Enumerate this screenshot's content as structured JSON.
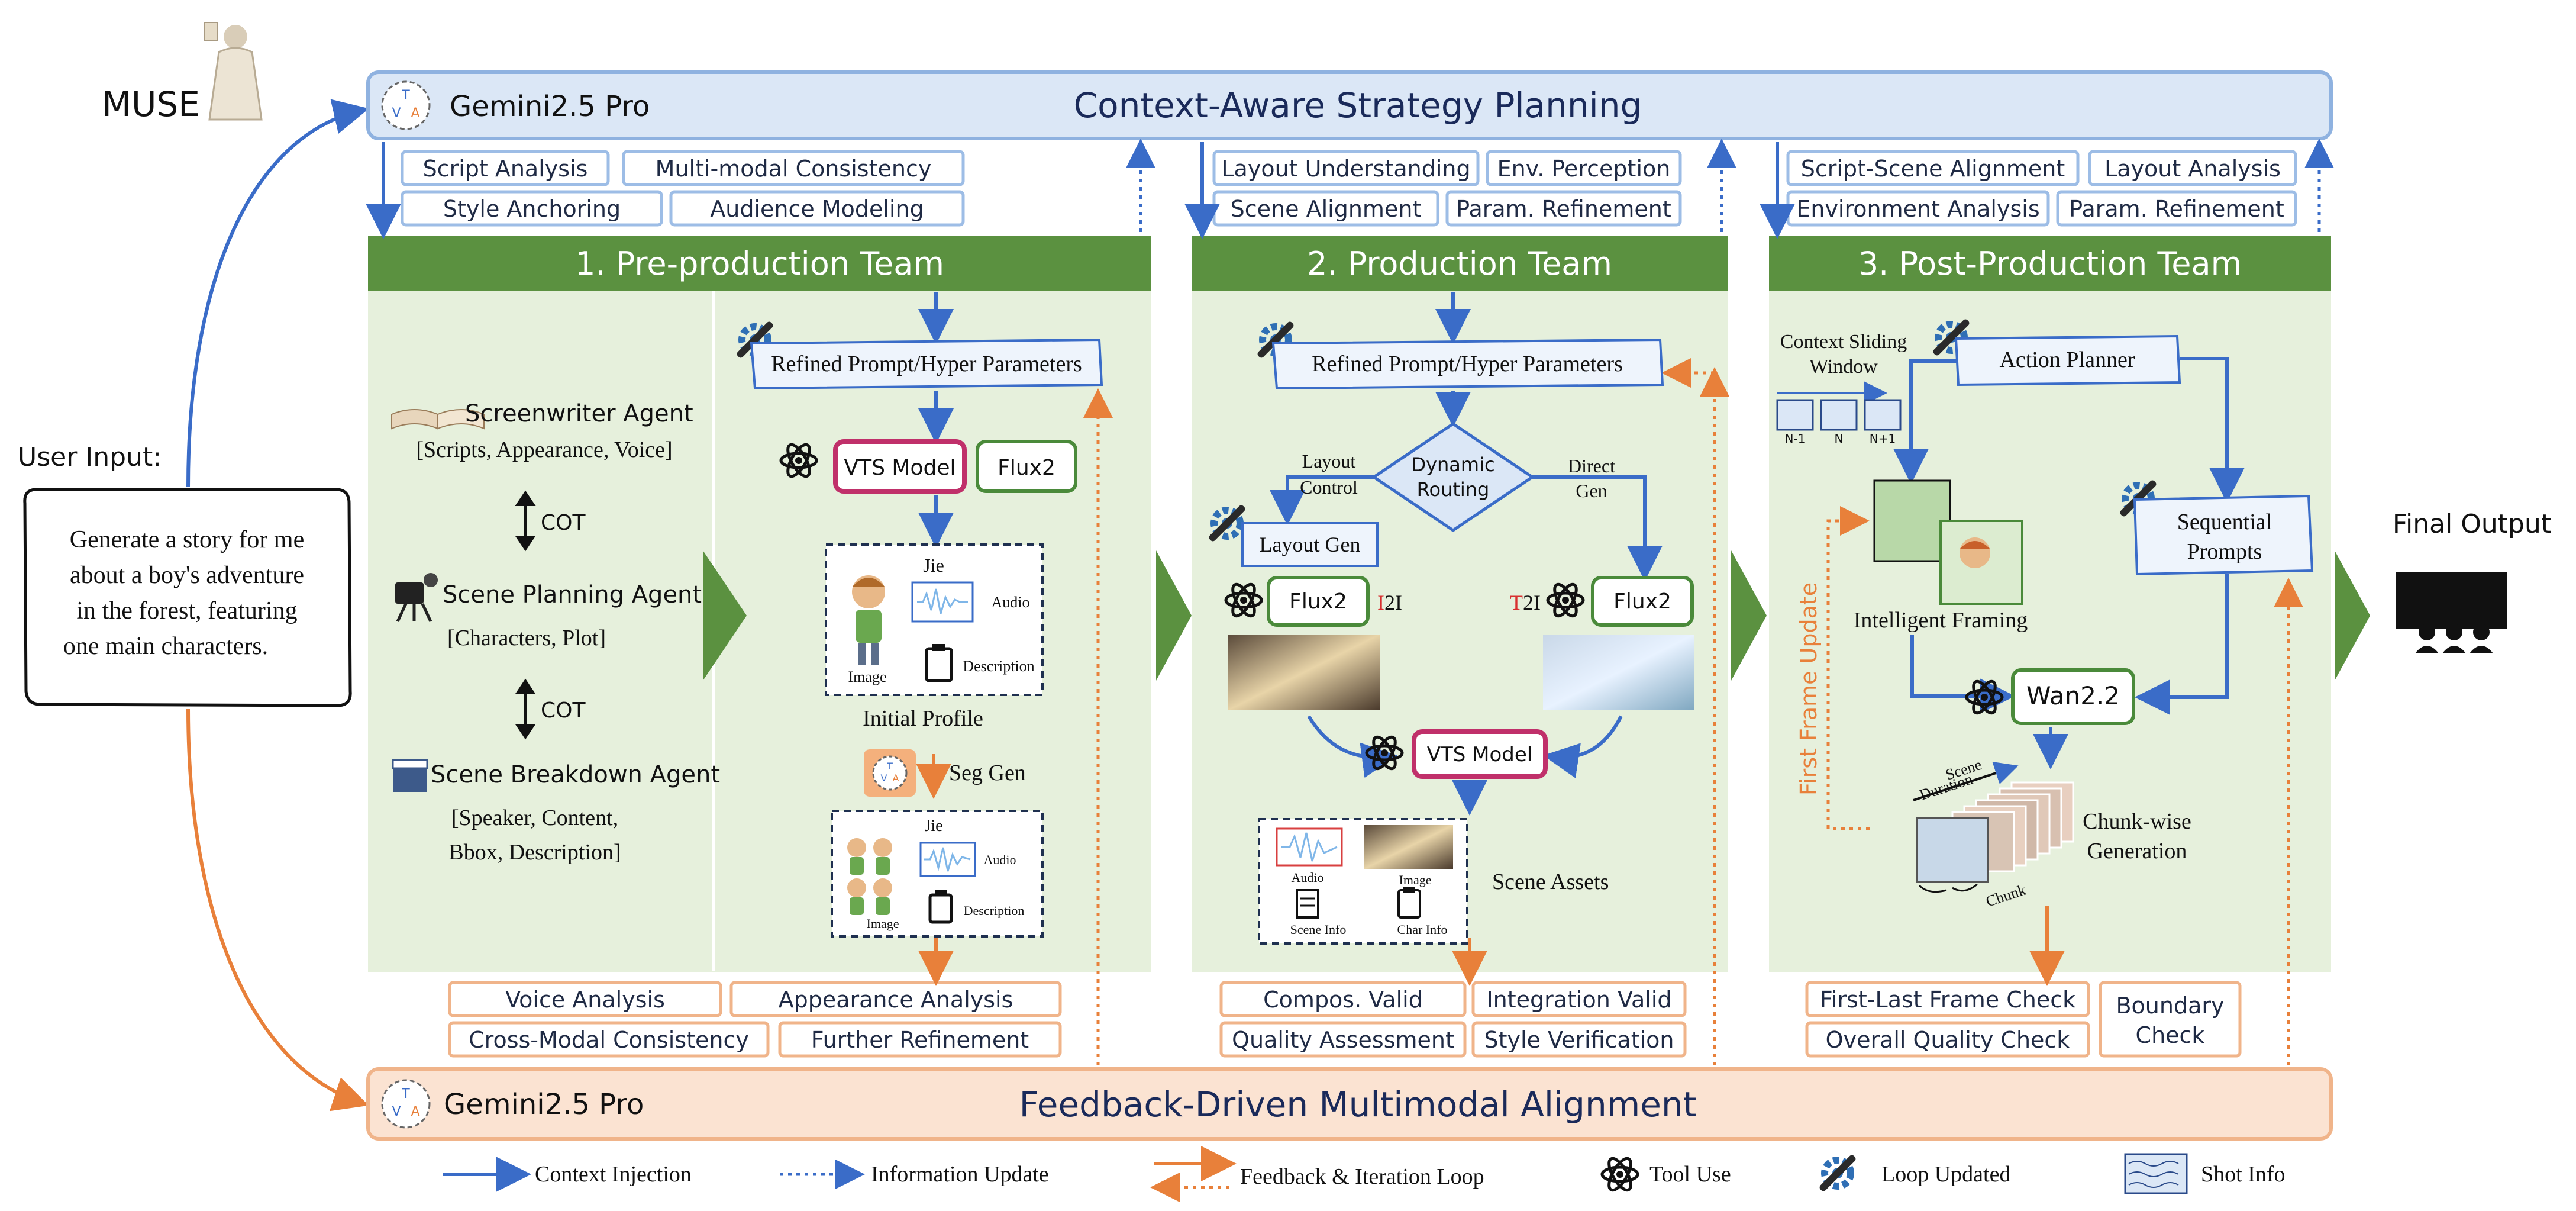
{
  "muse_label": "MUSE",
  "user_input": {
    "title": "User Input:",
    "lines": [
      "Generate a story for me",
      "about a boy's adventure",
      "in the forest, featuring",
      "one main characters."
    ]
  },
  "final_output": "Final Output",
  "top_banner": {
    "model": "Gemini2.5 Pro",
    "title": "Context-Aware Strategy Planning",
    "icon_letters": [
      "T",
      "V",
      "A"
    ]
  },
  "bottom_banner": {
    "model": "Gemini2.5 Pro",
    "title": "Feedback-Driven Multimodal Alignment"
  },
  "teams": [
    {
      "title": "1. Pre-production Team"
    },
    {
      "title": "2. Production Team"
    },
    {
      "title": "3. Post-Production Team"
    }
  ],
  "top_tags": [
    [
      "Script Analysis",
      "Multi-modal Consistency",
      "Style Anchoring",
      "Audience Modeling"
    ],
    [
      "Layout Understanding",
      "Env. Perception",
      "Scene Alignment",
      "Param. Refinement"
    ],
    [
      "Script-Scene Alignment",
      "Layout Analysis",
      "Environment Analysis",
      "Param. Refinement"
    ]
  ],
  "bottom_tags": [
    [
      "Voice Analysis",
      "Appearance Analysis",
      "Cross-Modal Consistency",
      "Further Refinement"
    ],
    [
      "Compos. Valid",
      "Integration Valid",
      "Quality Assessment",
      "Style Verification"
    ],
    [
      "First-Last Frame Check",
      "Overall Quality Check",
      "Boundary",
      "Check"
    ]
  ],
  "agents": {
    "screenwriter": "Screenwriter Agent",
    "screenwriter_sub": "[Scripts, Appearance, Voice]",
    "cot1": "COT",
    "planning": "Scene Planning Agent",
    "planning_sub": "[Characters, Plot]",
    "cot2": "COT",
    "breakdown": "Scene Breakdown Agent",
    "breakdown_sub1": "[Speaker,  Content,",
    "breakdown_sub2": "Bbox, Description]"
  },
  "pre": {
    "refined": "Refined Prompt/Hyper Parameters",
    "vts": "VTS Model",
    "flux": "Flux2",
    "jie": "Jie",
    "audio": "Audio",
    "image": "Image",
    "description": "Description",
    "initial_profile": "Initial Profile",
    "seg_gen": "Seg Gen",
    "jie2": "Jie",
    "audio2": "Audio",
    "image2": "Image",
    "description2": "Description"
  },
  "prod": {
    "refined": "Refined Prompt/Hyper Parameters",
    "dyn1": "Dynamic",
    "dyn2": "Routing",
    "layout_control1": "Layout",
    "layout_control2": "Control",
    "direct1": "Direct",
    "direct2": "Gen",
    "layout_gen": "Layout Gen",
    "flux_left": "Flux2",
    "i2i_mark": "I",
    "i2i_rest": "2I",
    "t2i_mark": "T",
    "t2i_rest": "2I",
    "flux_right": "Flux2",
    "vts": "VTS Model",
    "scene_assets": "Scene Assets",
    "asset_audio": "Audio",
    "asset_image": "Image",
    "asset_scene": "Scene Info",
    "asset_char": "Char Info"
  },
  "post": {
    "context1": "Context Sliding",
    "context2": "Window",
    "n_minus": "N-1",
    "n": "N",
    "n_plus": "N+1",
    "action_planner": "Action Planner",
    "intelligent_framing": "Intelligent Framing",
    "seq1": "Sequential",
    "seq2": "Prompts",
    "wan": "Wan2.2",
    "first_frame_update": "First Frame Update",
    "scene_duration1": "Scene",
    "scene_duration2": "Duration",
    "chunk": "Chunk",
    "chunkwise1": "Chunk-wise",
    "chunkwise2": "Generation"
  },
  "legend": {
    "context_injection": "Context Injection",
    "information_update": "Information Update",
    "feedback_loop": "Feedback & Iteration Loop",
    "tool_use": "Tool Use",
    "loop_updated": "Loop Updated",
    "shot_info": "Shot Info"
  },
  "colors": {
    "blue": "#3a6cc8",
    "orange": "#e8803a",
    "team_green": "#5b9140",
    "panel_green": "#e6f0dc",
    "banner_blue": "#dbe7f6",
    "banner_orange": "#fbe3d2",
    "vts_magenta": "#c0306a"
  }
}
